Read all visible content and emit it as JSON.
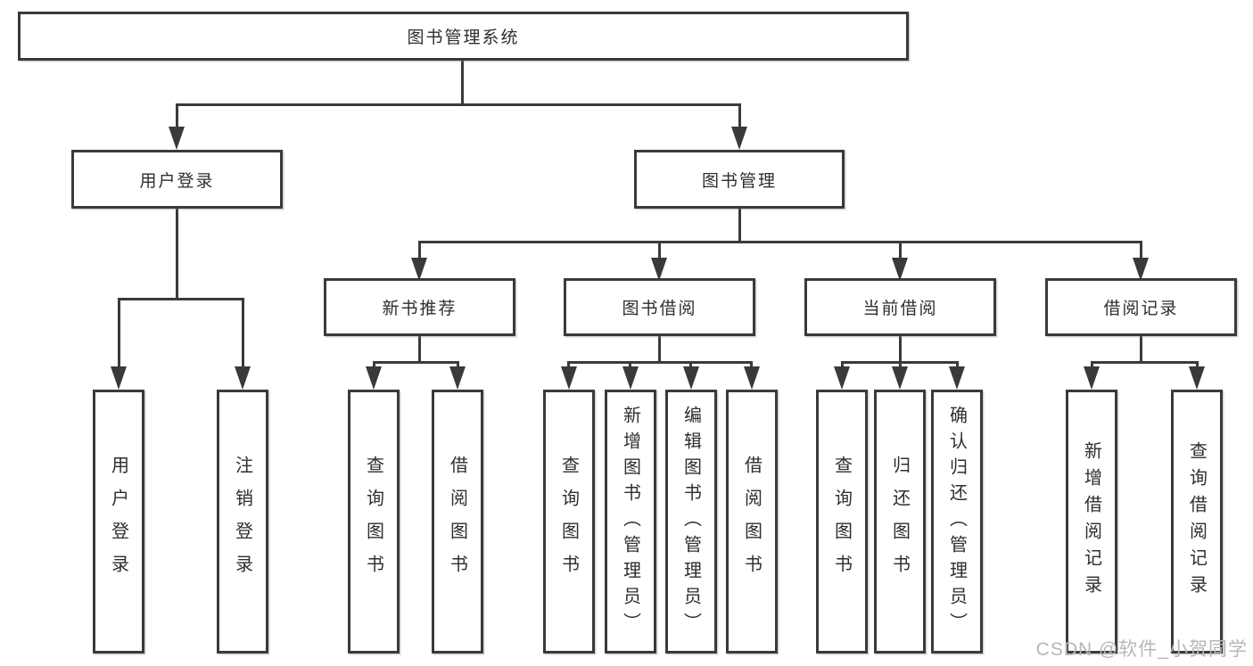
{
  "diagram": {
    "title": "图书管理系统",
    "type": "hierarchy-tree",
    "colors": {
      "line": "#3a3a3a",
      "text": "#2e2e2e",
      "background": "#ffffff",
      "watermark": "#b7b7b7"
    },
    "nodes": {
      "root": "图书管理系统",
      "user_login": "用户登录",
      "book_management": "图书管理",
      "new_book_recommend": "新书推荐",
      "book_borrow": "图书借阅",
      "current_borrow": "当前借阅",
      "borrow_records": "借阅记录"
    },
    "leaves": {
      "login": "用户登录",
      "logout": "注销登录",
      "nb_query": "查询图书",
      "nb_borrow": "借阅图书",
      "bb_query": "查询图书",
      "bb_add": "新增图书（管理员）",
      "bb_edit": "编辑图书（管理员）",
      "bb_borrow": "借阅图书",
      "cb_query": "查询图书",
      "cb_return": "归还图书",
      "cb_confirm": "确认归还（管理员）",
      "br_add": "新增借阅记录",
      "br_query": "查询借阅记录"
    },
    "watermark": "CSDN @软件_小贺同学"
  }
}
